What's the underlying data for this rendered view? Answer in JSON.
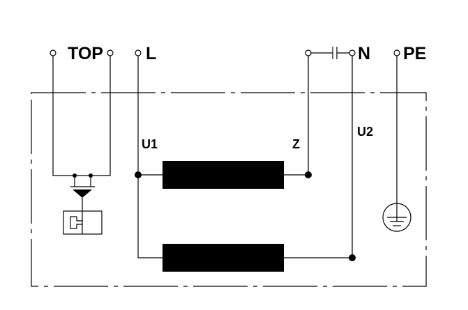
{
  "terminals": {
    "top": "TOP",
    "l": "L",
    "n": "N",
    "pe": "PE"
  },
  "winding_labels": {
    "u1": "U1",
    "z": "Z",
    "u2": "U2"
  },
  "colors": {
    "ink": "#000000",
    "background": "#ffffff"
  }
}
